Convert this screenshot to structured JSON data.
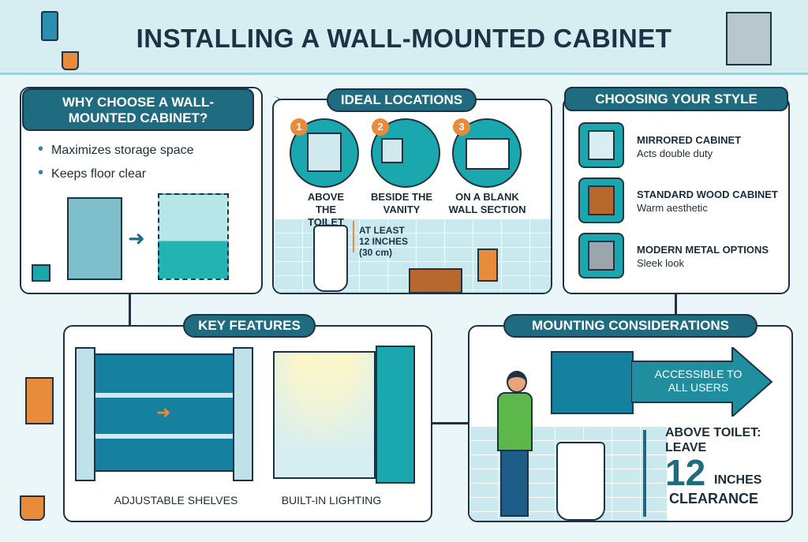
{
  "title": "INSTALLING A WALL-MOUNTED CABINET",
  "why": {
    "heading": "WHY CHOOSE A WALL-MOUNTED CABINET?",
    "bullets": [
      "Maximizes storage space",
      "Keeps floor clear"
    ]
  },
  "locations": {
    "heading": "IDEAL LOCATIONS",
    "items": [
      {
        "num": "1",
        "label": "ABOVE THE TOILET"
      },
      {
        "num": "2",
        "label": "BESIDE THE VANITY"
      },
      {
        "num": "3",
        "label": "ON A BLANK WALL SECTION"
      }
    ],
    "note": "AT LEAST 12 INCHES (30 cm)"
  },
  "styles": {
    "heading": "CHOOSING YOUR STYLE",
    "items": [
      {
        "name": "MIRRORED CABINET",
        "desc": "Acts double duty"
      },
      {
        "name": "STANDARD WOOD CABINET",
        "desc": "Warm aesthetic"
      },
      {
        "name": "MODERN METAL OPTIONS",
        "desc": "Sleek look"
      }
    ]
  },
  "features": {
    "heading": "KEY FEATURES",
    "items": [
      "ADJUSTABLE SHELVES",
      "BUILT-IN LIGHTING"
    ]
  },
  "mounting": {
    "heading": "MOUNTING CONSIDERATIONS",
    "arrow": "ACCESSIBLE TO ALL USERS",
    "clear_line1": "ABOVE TOILET:",
    "clear_line2": "LEAVE",
    "clear_num": "12",
    "clear_unit": "INCHES",
    "clear_line3": "CLEARANCE"
  },
  "colors": {
    "navy": "#1d3345",
    "teal": "#1f6b80",
    "aqua": "#1aa7ad",
    "orange": "#e88b3a"
  }
}
